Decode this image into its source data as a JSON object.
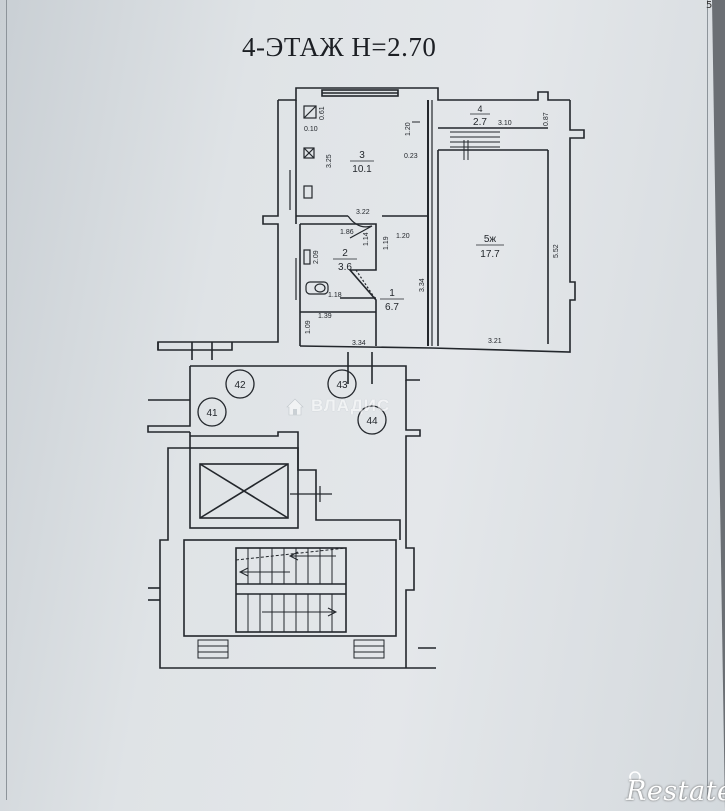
{
  "title": "4-ЭТАЖ  Н=2.70",
  "corner_mark": "5",
  "rooms": [
    {
      "number": "3",
      "area": "10.1"
    },
    {
      "number": "2",
      "area": "3.6"
    },
    {
      "number": "1",
      "area": "6.7"
    },
    {
      "number": "4",
      "area": "2.7"
    },
    {
      "number": "5ж",
      "area": "17.7"
    }
  ],
  "dimensions": {
    "d_061": "0.61",
    "d_010": "0.10",
    "d_120a": "1.20",
    "d_325": "3.25",
    "d_023": "0.23",
    "d_322": "3.22",
    "d_186": "1.86",
    "d_114": "1.14",
    "d_120b": "1.20",
    "d_119": "1.19",
    "d_209": "2.09",
    "d_118": "1.18",
    "d_334v": "3.34",
    "d_109": "1.09",
    "d_139": "1.39",
    "d_334h": "3.34",
    "d_310": "3.10",
    "d_087": "0.87",
    "d_552": "5.52",
    "d_321": "3.21"
  },
  "apartments": [
    "42",
    "43",
    "41",
    "44"
  ],
  "watermark": "ВЛАДИС",
  "brand": "Restate",
  "colors": {
    "line": "#23272c",
    "paper": "#e1e4e7",
    "background": "#6b6f74"
  }
}
